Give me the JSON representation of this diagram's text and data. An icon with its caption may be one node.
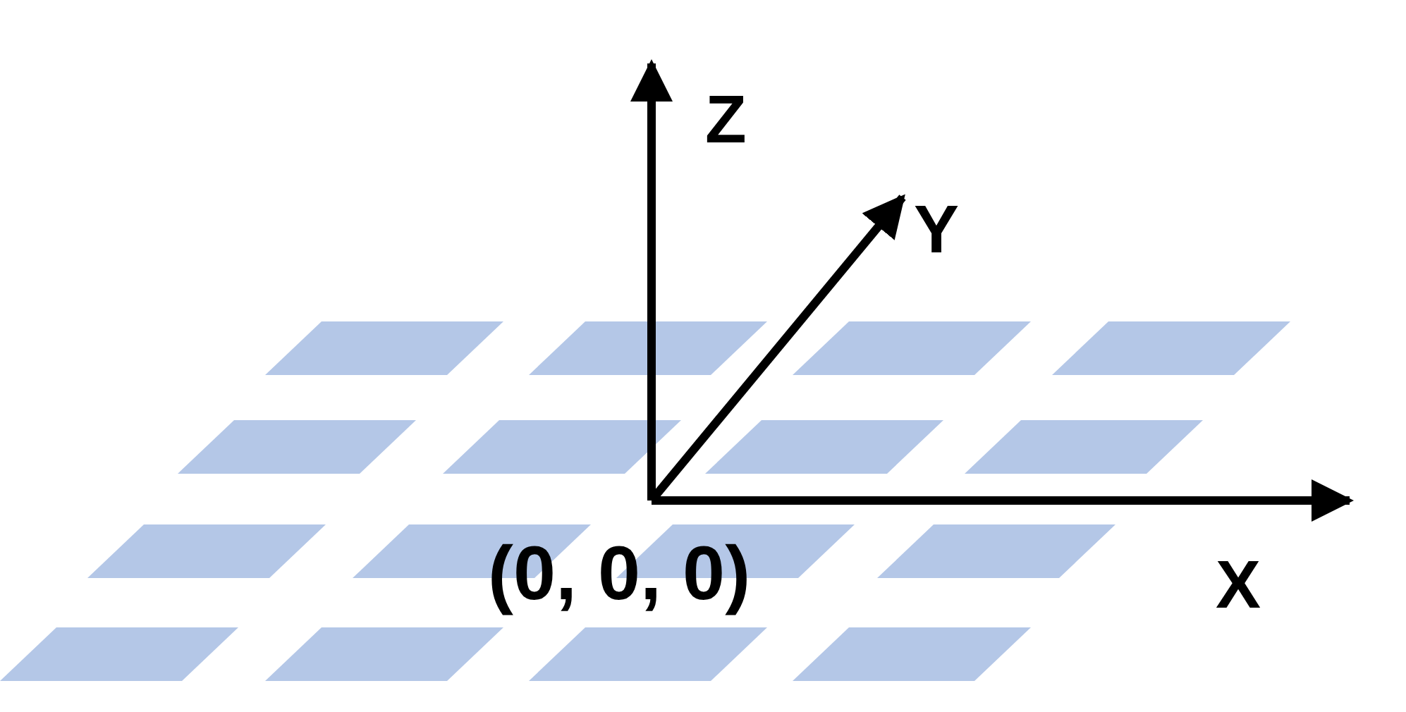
{
  "diagram": {
    "labels": [
      "Z",
      "Y",
      "X",
      "(0, 0, 0)"
    ]
  }
}
